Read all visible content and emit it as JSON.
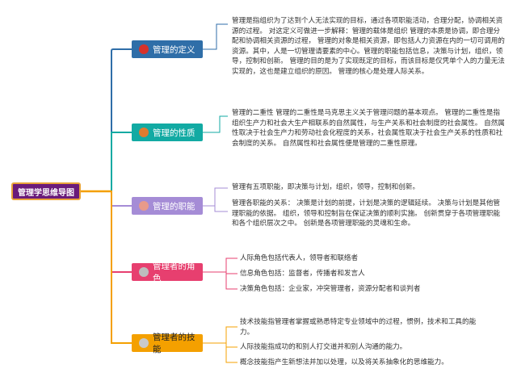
{
  "root": "管理学思维导图",
  "branches": [
    {
      "label": "管理的定义",
      "color": "#2f6ea8"
    },
    {
      "label": "管理的性质",
      "color": "#12aaa3"
    },
    {
      "label": "管理的职能",
      "color": "#a58cd6"
    },
    {
      "label": "管理者的角色",
      "color": "#e73f6f"
    },
    {
      "label": "管理者的技能",
      "color": "#f4a000"
    }
  ],
  "details": {
    "definition": "管理是指组织为了达到个人无法实现的目标，通过各项职能活动，合理分配，协调相关资源的过程。 对这定义可做进一步解释：管理的载体是组织 管理的本质是协调，即合理分配和协调相关资源的过程， 管理的对象是相关资源，即包括人力资源在内的一切可调用的资源。其中，人是一切管理请要素的中心。管理的职能包括信息，决策与计划，组织，领导，控制和创新。 管理的目的是为了实现既定的目标，而该目标是仅凭单个人的力量无法实现的，这也是建立组织的原因。 管理的核心是处理人际关系。",
    "nature": "管理的二重性 管理的二重性是马克思主义关于管理问题的基本观点。 管理的二重性是指组织生产力和社会大生产相联系的自然属性，与生产关系和社会制度的社会属性。 自然属性取决于社会生产力和劳动社会化程度的关系，社会属性取决于社会生产关系的性质和社会制度的关系。 自然属性和社会属性便是管理的二重性原理。",
    "functions_intro": "管理有五项职能，即决策与计划，组织，领导，控制和创新。",
    "functions_relation": "管理各职能的关系： 决策是计划的前提，计划是决策的逻辑延续。 决策与计划是其他管理职能的依据。 组织，领导和控制旨在保证决策的顺利实施。 创新贯穿于各项管理职能和各个组织层次之中。 创新是各项管理职能的灵魂和生命。",
    "role_interpersonal": "人际角色包括代表人，领导者和联络者",
    "role_info": "信息角色包括：监督者，传播者和发言人",
    "role_decision": "决策角色包括：企业家，冲突管理者，资源分配者和谈判者",
    "skill_tech": "技术技能指管理者掌握或熟悉特定专业领域中的过程，惯例，技术和工具的能力。",
    "skill_human": "人际技能指成功的和别人打交道并和别人沟通的能力。",
    "skill_concept": "概念技能指产生新想法并加以处理，以及将关系抽象化的思维能力。"
  }
}
